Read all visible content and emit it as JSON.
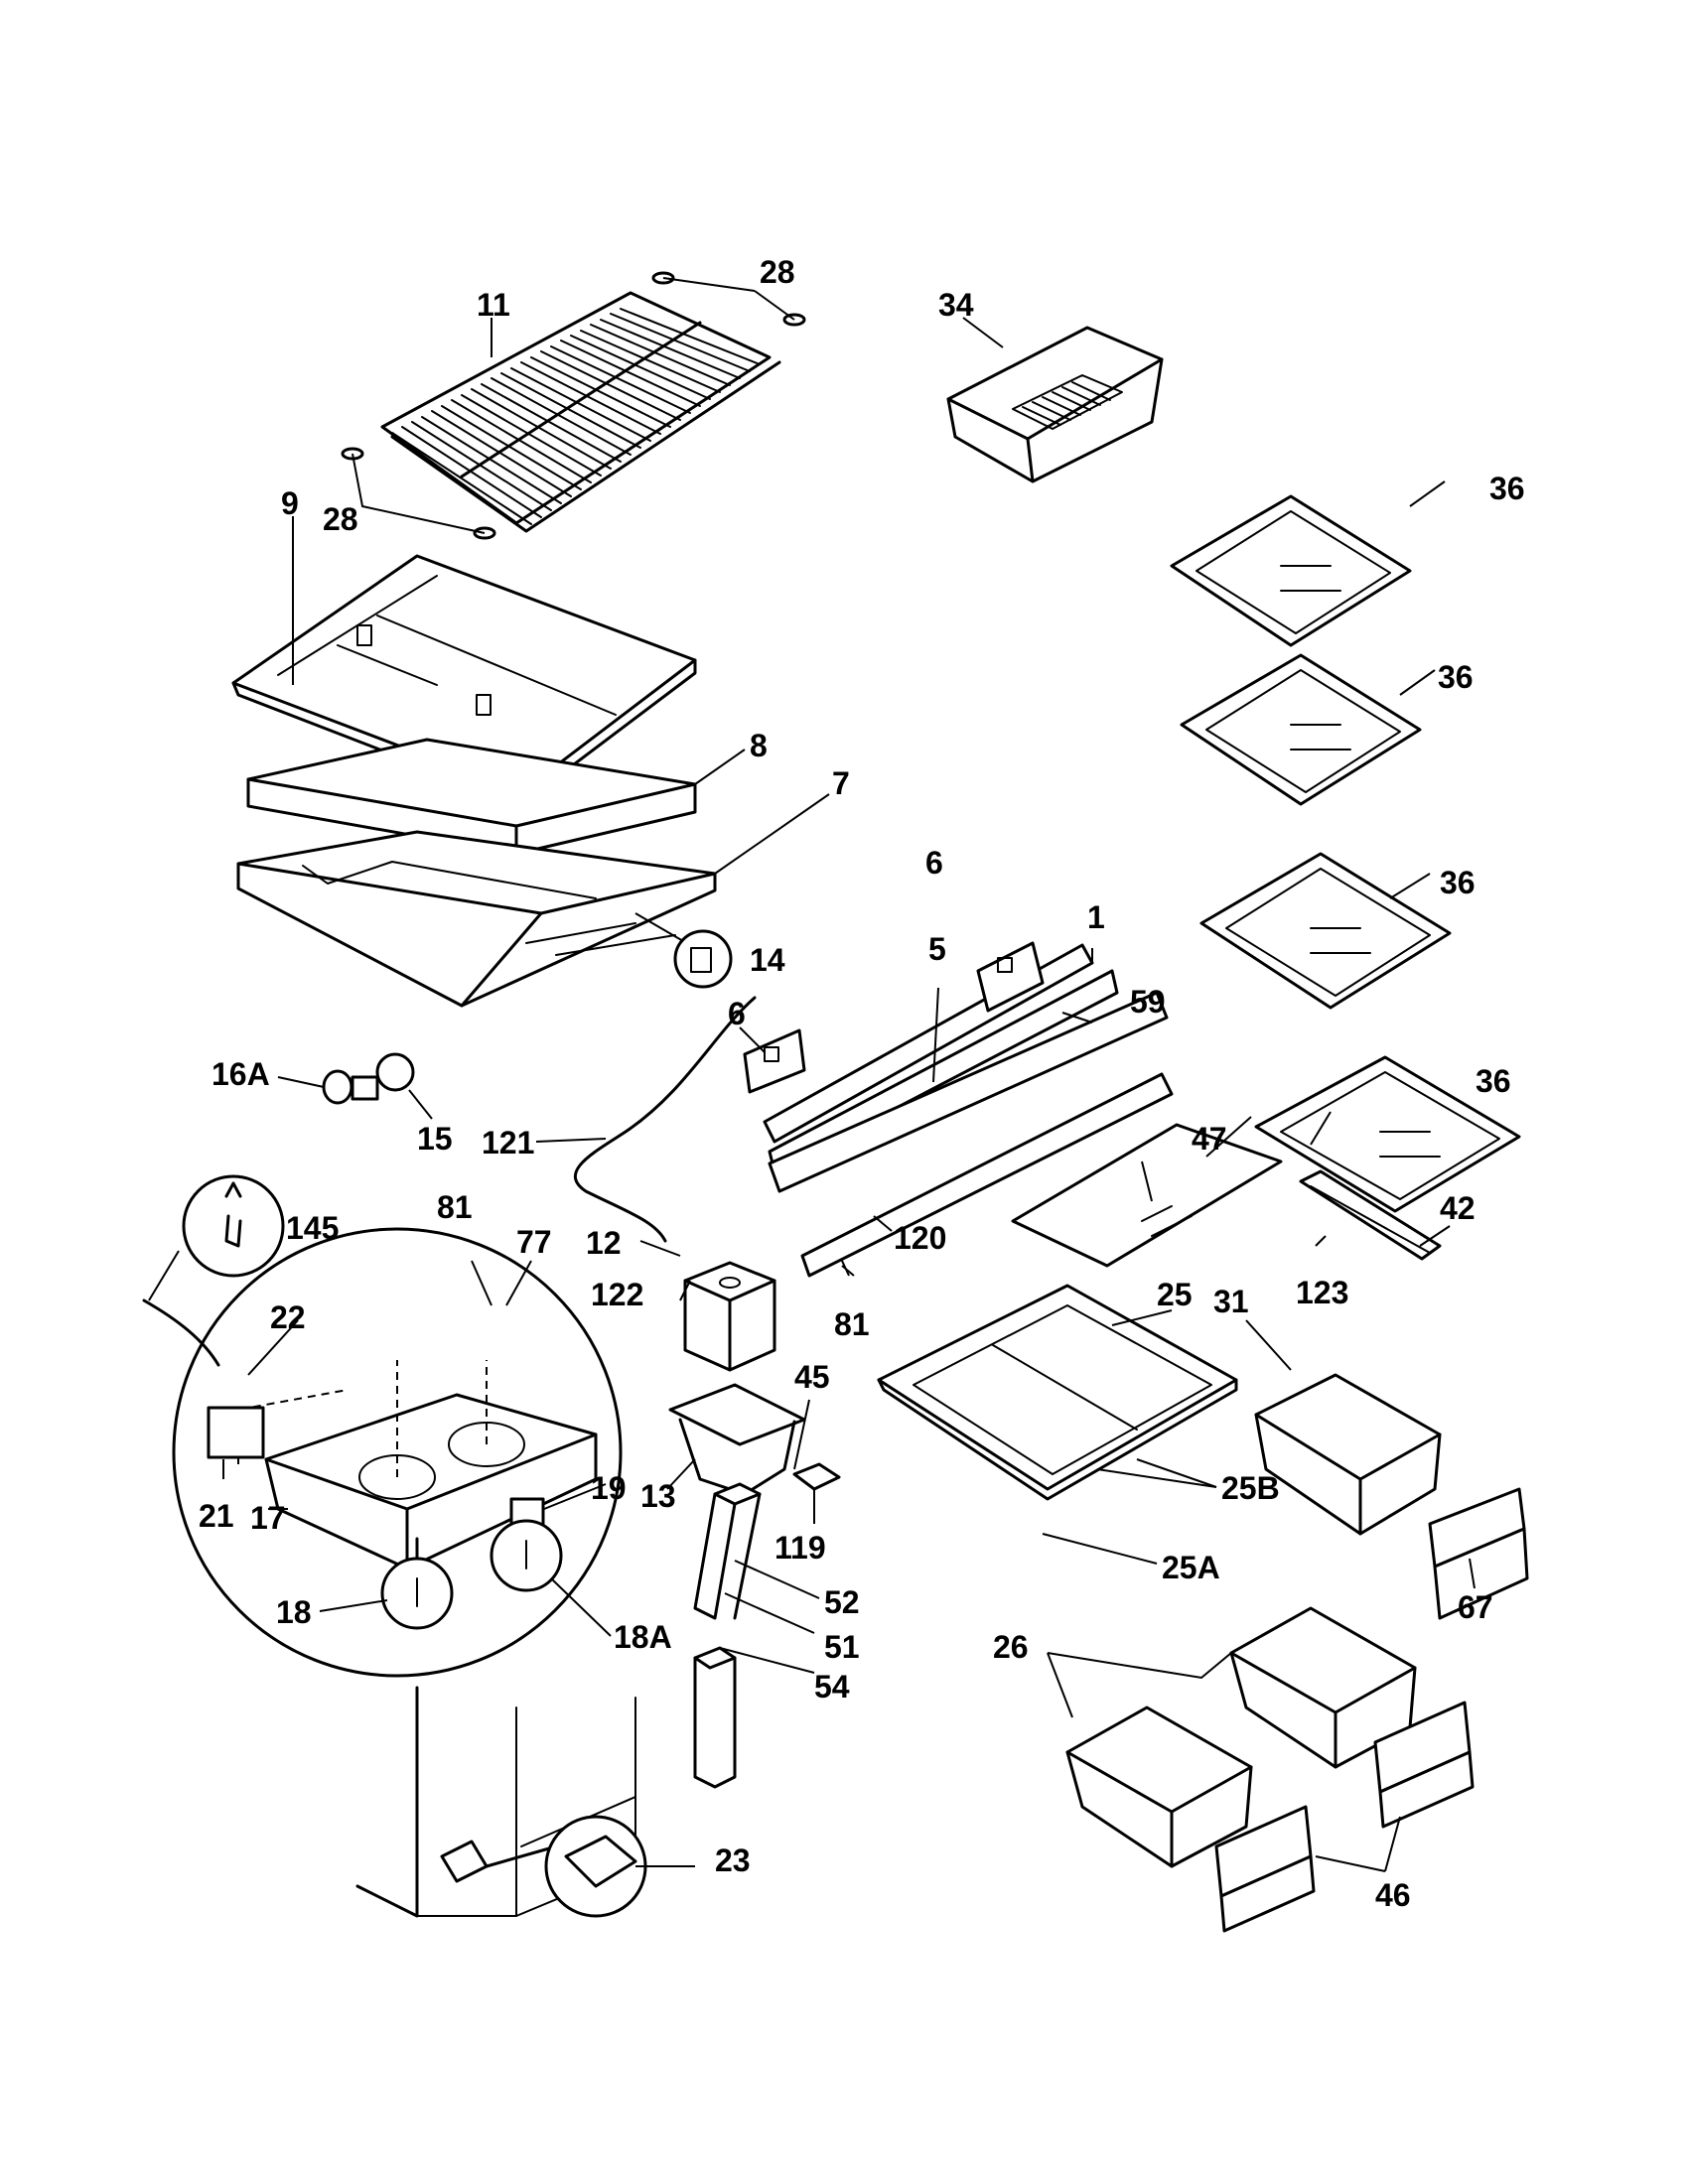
{
  "callouts": {
    "p1": "1",
    "p5": "5",
    "p6a": "6",
    "p6b": "6",
    "p7": "7",
    "p8": "8",
    "p9": "9",
    "p11": "11",
    "p12": "12",
    "p13": "13",
    "p14": "14",
    "p15": "15",
    "p16a": "16A",
    "p17": "17",
    "p18": "18",
    "p18a": "18A",
    "p19": "19",
    "p21": "21",
    "p22": "22",
    "p23": "23",
    "p25": "25",
    "p25a": "25A",
    "p25b": "25B",
    "p26": "26",
    "p28a": "28",
    "p28b": "28",
    "p31": "31",
    "p34": "34",
    "p36a": "36",
    "p36b": "36",
    "p36c": "36",
    "p36d": "36",
    "p42": "42",
    "p45": "45",
    "p46": "46",
    "p47": "47",
    "p51": "51",
    "p52": "52",
    "p54": "54",
    "p59": "59",
    "p67": "67",
    "p77": "77",
    "p81a": "81",
    "p81b": "81",
    "p119": "119",
    "p120": "120",
    "p121": "121",
    "p122": "122",
    "p123": "123",
    "p145": "145"
  }
}
